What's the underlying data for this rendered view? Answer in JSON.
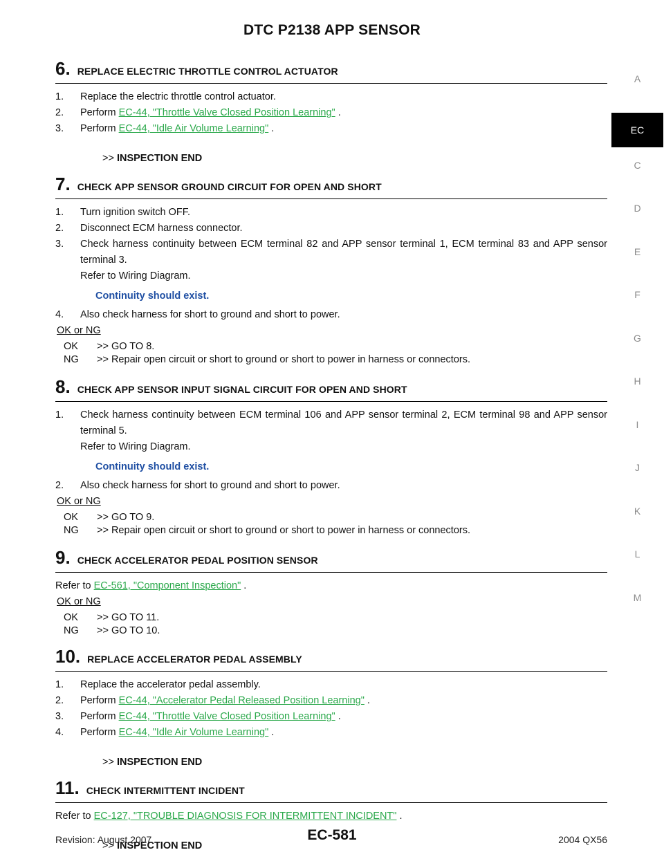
{
  "page": {
    "title": "DTC P2138 APP SENSOR",
    "side_index": [
      "A",
      "EC",
      "C",
      "D",
      "E",
      "F",
      "G",
      "H",
      "I",
      "J",
      "K",
      "L",
      "M"
    ],
    "active_index": "EC"
  },
  "steps": {
    "s6": {
      "num": "6.",
      "title": "REPLACE ELECTRIC THROTTLE CONTROL ACTUATOR",
      "items": [
        {
          "n": "1.",
          "pre": "Replace the electric throttle control actuator.",
          "link": "",
          "post": ""
        },
        {
          "n": "2.",
          "pre": "Perform ",
          "link": "EC-44, \"Throttle Valve Closed Position Learning\"",
          "post": " ."
        },
        {
          "n": "3.",
          "pre": "Perform ",
          "link": "EC-44, \"Idle Air Volume Learning\"",
          "post": " ."
        }
      ],
      "end_prefix": ">>",
      "end_text": "INSPECTION END"
    },
    "s7": {
      "num": "7.",
      "title": "CHECK APP SENSOR GROUND CIRCUIT FOR OPEN AND SHORT",
      "items": [
        {
          "n": "1.",
          "text": "Turn ignition switch OFF."
        },
        {
          "n": "2.",
          "text": "Disconnect ECM harness connector."
        },
        {
          "n": "3.",
          "text": "Check harness continuity between ECM terminal 82 and APP sensor terminal 1, ECM terminal 83 and APP sensor terminal 3.",
          "sub": "Refer to Wiring Diagram."
        }
      ],
      "spec": "Continuity should exist.",
      "item4": {
        "n": "4.",
        "text": "Also check harness for short to ground and short to power."
      },
      "okng": "OK or NG",
      "results": [
        {
          "k": "OK",
          "v": ">> GO TO 8."
        },
        {
          "k": "NG",
          "v": ">> Repair open circuit or short to ground or short to power in harness or connectors."
        }
      ]
    },
    "s8": {
      "num": "8.",
      "title": "CHECK APP SENSOR INPUT SIGNAL CIRCUIT FOR OPEN AND SHORT",
      "item1": {
        "n": "1.",
        "text": "Check harness continuity between ECM terminal 106 and APP sensor terminal 2, ECM terminal 98 and APP sensor terminal 5.",
        "sub": "Refer to Wiring Diagram."
      },
      "spec": "Continuity should exist.",
      "item2": {
        "n": "2.",
        "text": "Also check harness for short to ground and short to power."
      },
      "okng": "OK or NG",
      "results": [
        {
          "k": "OK",
          "v": ">> GO TO 9."
        },
        {
          "k": "NG",
          "v": ">> Repair open circuit or short to ground or short to power in harness or connectors."
        }
      ]
    },
    "s9": {
      "num": "9.",
      "title": "CHECK ACCELERATOR PEDAL POSITION SENSOR",
      "pre": "Refer to ",
      "link": "EC-561, \"Component Inspection\"",
      "post": " .",
      "okng": "OK or NG",
      "results": [
        {
          "k": "OK",
          "v": ">> GO TO 11."
        },
        {
          "k": "NG",
          "v": ">> GO TO 10."
        }
      ]
    },
    "s10": {
      "num": "10.",
      "title": "REPLACE ACCELERATOR PEDAL ASSEMBLY",
      "items": [
        {
          "n": "1.",
          "pre": "Replace the accelerator pedal assembly.",
          "link": "",
          "post": ""
        },
        {
          "n": "2.",
          "pre": "Perform ",
          "link": "EC-44, \"Accelerator Pedal Released Position Learning\"",
          "post": " ."
        },
        {
          "n": "3.",
          "pre": "Perform ",
          "link": "EC-44, \"Throttle Valve Closed Position Learning\"",
          "post": " ."
        },
        {
          "n": "4.",
          "pre": "Perform ",
          "link": "EC-44, \"Idle Air Volume Learning\"",
          "post": " ."
        }
      ],
      "end_prefix": ">>",
      "end_text": "INSPECTION END"
    },
    "s11": {
      "num": "11.",
      "title": "CHECK INTERMITTENT INCIDENT",
      "pre": "Refer to ",
      "link": "EC-127, \"TROUBLE DIAGNOSIS FOR INTERMITTENT INCIDENT\"",
      "post": " .",
      "end_prefix": ">>",
      "end_text": "INSPECTION END"
    }
  },
  "footer": {
    "revision": "Revision: August 2007",
    "page_no": "EC-581",
    "model": "2004 QX56"
  }
}
